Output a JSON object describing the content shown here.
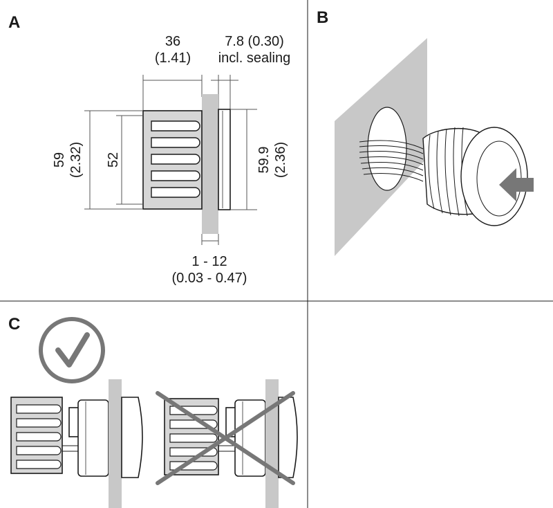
{
  "panels": {
    "a": {
      "letter": "A",
      "dim_depth": {
        "value": "36",
        "inch": "(1.41)"
      },
      "dim_flange": {
        "value": "7.8 (0.30)",
        "note": "incl. sealing"
      },
      "dim_height_outer": {
        "value": "59",
        "inch": "(2.32)"
      },
      "dim_height_inner": {
        "value": "52"
      },
      "dim_flange_height": {
        "value": "59.9",
        "inch": "(2.36)"
      },
      "dim_wall": {
        "value": "1 - 12",
        "inch": "(0.03 - 0.47)"
      }
    },
    "b": {
      "letter": "B",
      "arrow_icon": "push-arrow-icon"
    },
    "c": {
      "letter": "C",
      "correct_icon": "checkmark-circle-icon",
      "wrong_icon": "cross-icon"
    }
  },
  "colors": {
    "wall": "#c8c8c8",
    "indicator": "#777777",
    "line": "#1a1a1a"
  }
}
